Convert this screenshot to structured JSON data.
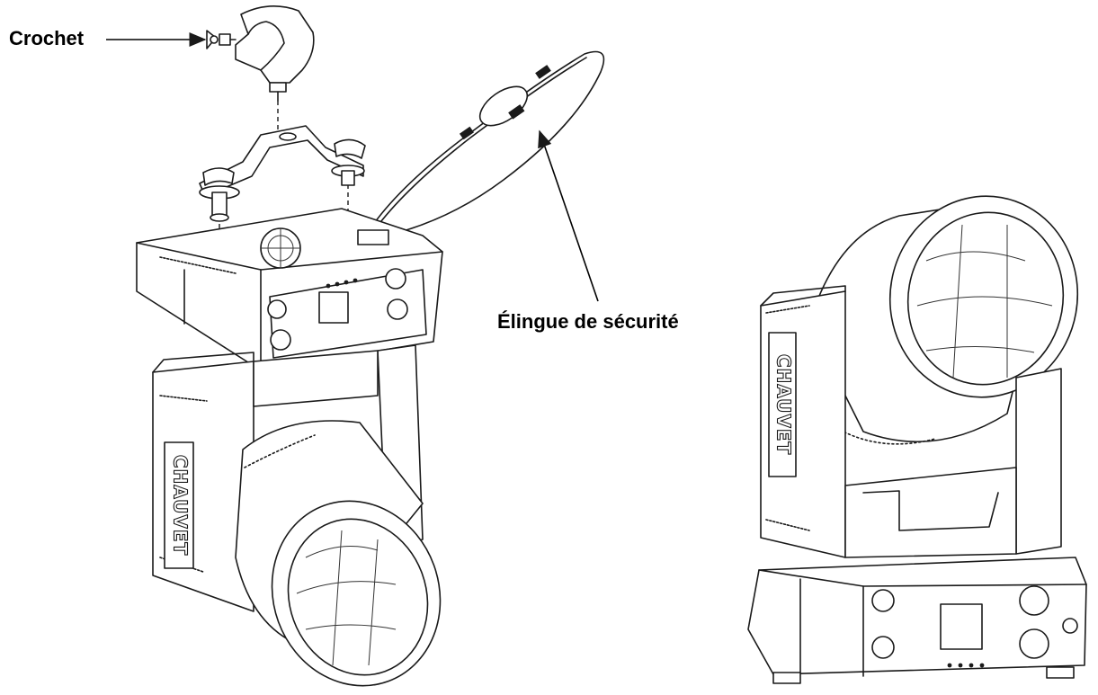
{
  "labels": {
    "hook": "Crochet",
    "safety_cable": "Élingue de sécurité"
  },
  "logos": {
    "brand_on_fixture": "CHAUVET"
  }
}
